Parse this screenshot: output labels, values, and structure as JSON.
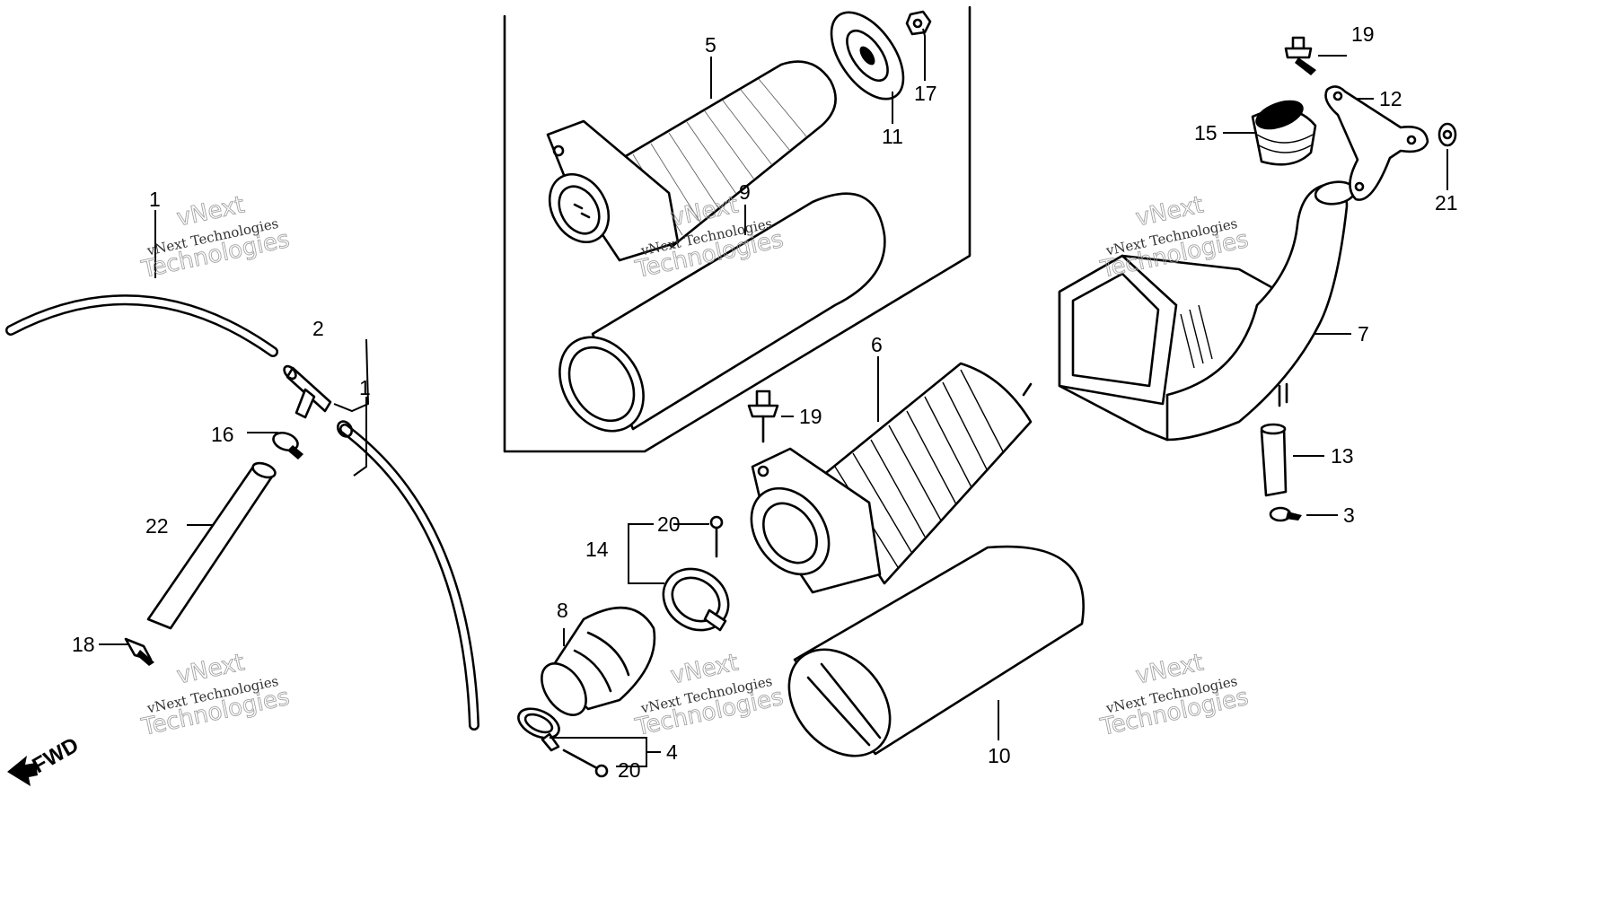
{
  "callouts": {
    "c1a": "1",
    "c1b": "1",
    "c2": "2",
    "c3": "3",
    "c4": "4",
    "c5": "5",
    "c6": "6",
    "c7": "7",
    "c8": "8",
    "c9": "9",
    "c10": "10",
    "c11": "11",
    "c12": "12",
    "c13": "13",
    "c14": "14",
    "c15": "15",
    "c16": "16",
    "c17": "17",
    "c18": "18",
    "c19a": "19",
    "c19b": "19",
    "c20a": "20",
    "c20b": "20",
    "c21": "21",
    "c22": "22"
  },
  "direction_label": "FWD",
  "watermark": {
    "line1": "vNext",
    "line2": "vNext Technologies",
    "line3": "Technologies"
  }
}
